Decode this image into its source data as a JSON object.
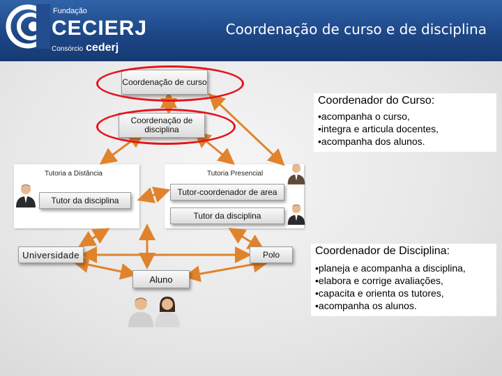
{
  "header": {
    "title": "Coordenação de curso e de disciplina",
    "logo": {
      "top": "Fundação",
      "main": "CECIERJ",
      "sub_prefix": "Consórcio",
      "sub_name": "cederj"
    }
  },
  "nodes": {
    "coord_curso": "Coordenação de curso",
    "coord_disciplina": "Coordenação de disciplina",
    "tutor_disciplina_left": "Tutor da disciplina",
    "tutor_coordenador": "Tutor-coordenador de area",
    "tutor_disciplina_right": "Tutor da disciplina",
    "universidade": "Universidade",
    "polo": "Polo",
    "aluno": "Aluno"
  },
  "panels": {
    "distancia": "Tutoria a Distância",
    "presencial": "Tutoria Presencial"
  },
  "info_curso": {
    "title": "Coordenador do Curso:",
    "items": [
      "•acompanha o curso,",
      "•integra e articula docentes,",
      "•acompanha dos alunos."
    ]
  },
  "info_disciplina": {
    "title": "Coordenador de Disciplina:",
    "items": [
      "•planeja e acompanha a disciplina,",
      "•elabora e corrige avaliações,",
      "•capacita e orienta os tutores,",
      "•acompanha os alunos."
    ]
  },
  "colors": {
    "accent": "#e4141d",
    "arrow": "#e0832c",
    "header": "#1c4584"
  },
  "icons": [
    "person-icon",
    "student-male-icon",
    "student-female-icon"
  ]
}
